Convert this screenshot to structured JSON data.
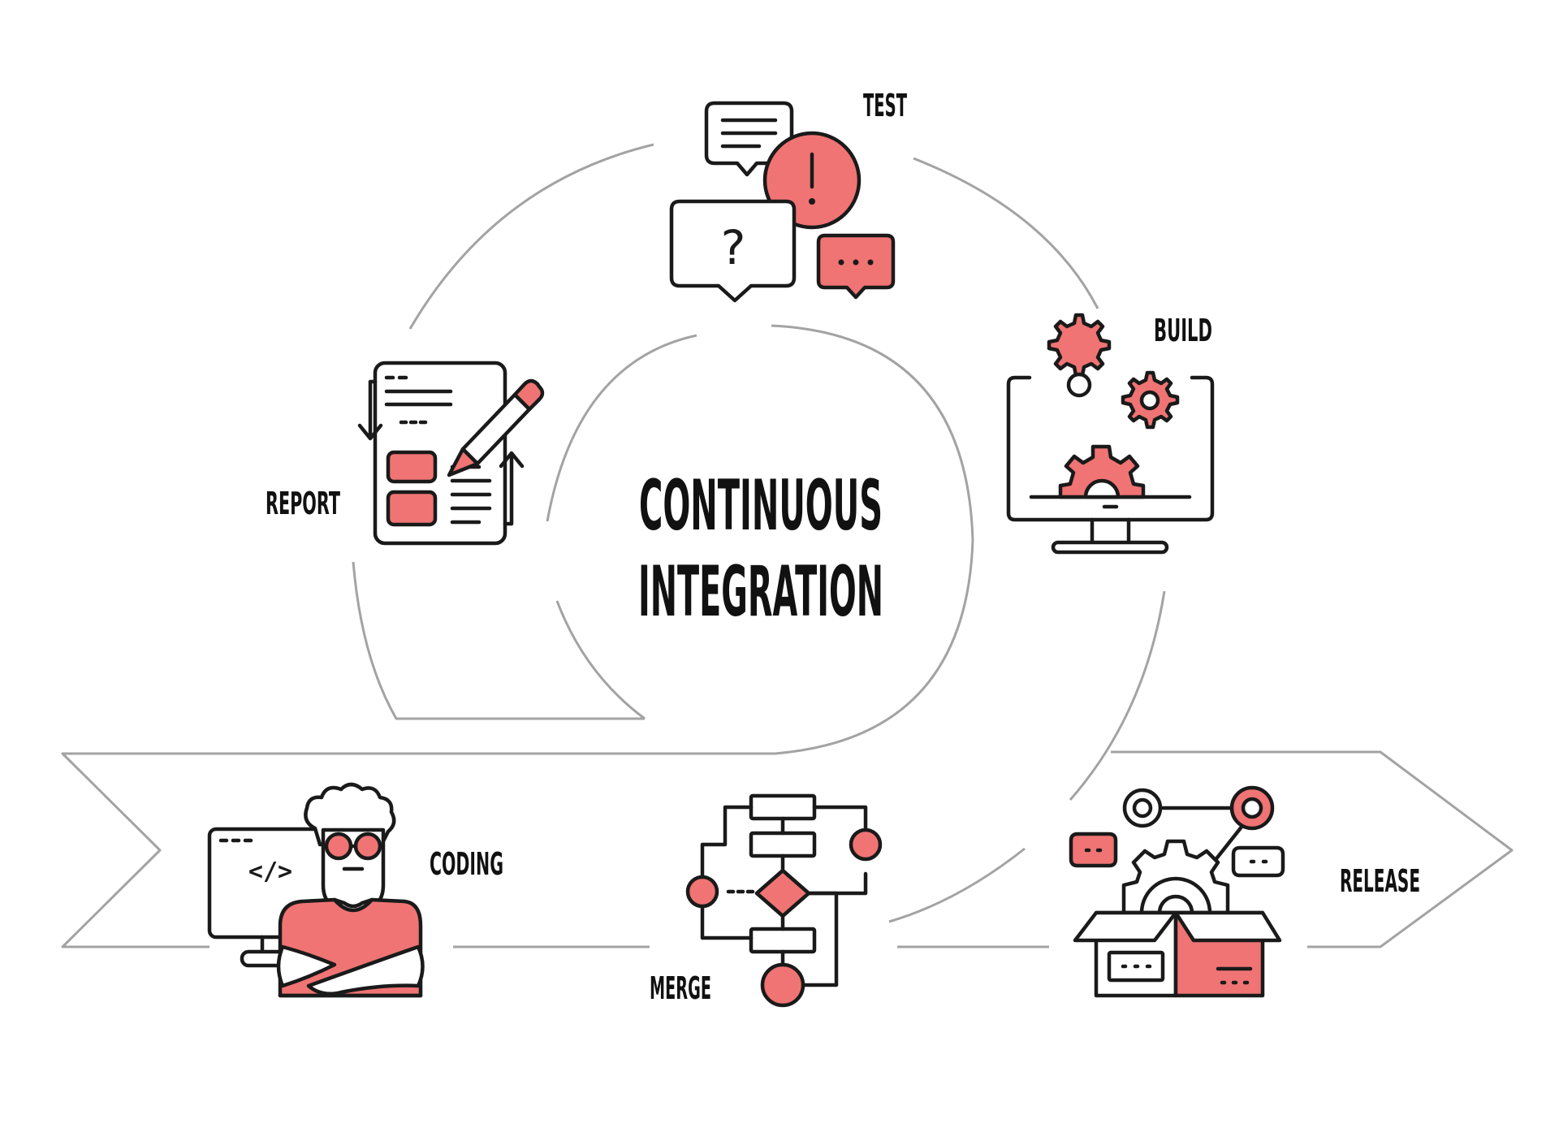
{
  "title": {
    "line1": "CONTINUOUS",
    "line2": "INTEGRATION"
  },
  "stages": {
    "test": "TEST",
    "build": "BUILD",
    "report": "REPORT",
    "coding": "CODING",
    "merge": "MERGE",
    "release": "RELEASE"
  },
  "icons": {
    "test": "speech-bubbles-icon",
    "build": "monitor-gears-icon",
    "report": "document-pencil-icon",
    "coding": "developer-icon",
    "merge": "flowchart-icon",
    "release": "open-box-gear-icon"
  },
  "colors": {
    "accent": "#f07474",
    "outline": "#1a1a1a",
    "flow": "#a3a3a3",
    "text": "#111111"
  },
  "code_glyph": "</>"
}
